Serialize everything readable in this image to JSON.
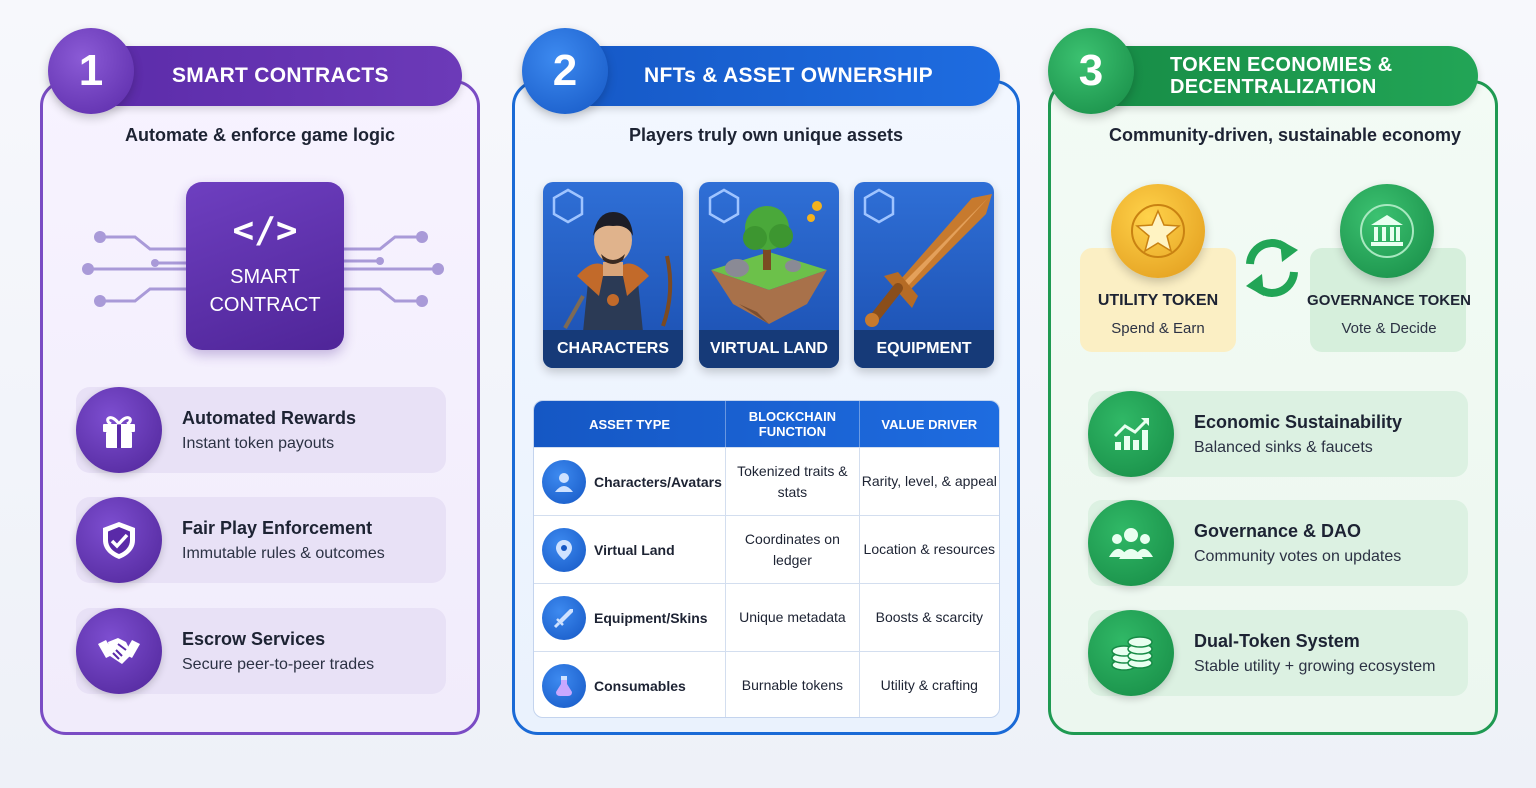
{
  "panels": [
    {
      "number": "1",
      "title": "SMART CONTRACTS",
      "subtitle": "Automate & enforce game logic",
      "chip": {
        "code": "</>",
        "line1": "SMART",
        "line2": "CONTRACT"
      },
      "cards": [
        {
          "title": "Automated Rewards",
          "desc": "Instant token payouts",
          "icon": "gift-icon"
        },
        {
          "title": "Fair Play Enforcement",
          "desc": "Immutable rules & outcomes",
          "icon": "shield-icon"
        },
        {
          "title": "Escrow Services",
          "desc": "Secure peer-to-peer trades",
          "icon": "handshake-icon"
        }
      ]
    },
    {
      "number": "2",
      "title": "NFTs & ASSET OWNERSHIP",
      "subtitle": "Players truly own unique assets",
      "assets": [
        "CHARACTERS",
        "VIRTUAL LAND",
        "EQUIPMENT"
      ],
      "table": {
        "headers": [
          "ASSET TYPE",
          "BLOCKCHAIN FUNCTION",
          "VALUE DRIVER"
        ],
        "rows": [
          {
            "type": "Characters/Avatars",
            "function": "Tokenized traits & stats",
            "driver": "Rarity, level, & appeal",
            "icon": "user-icon"
          },
          {
            "type": "Virtual Land",
            "function": "Coordinates on ledger",
            "driver": "Location & resources",
            "icon": "map-pin-icon"
          },
          {
            "type": "Equipment/Skins",
            "function": "Unique metadata",
            "driver": "Boosts & scarcity",
            "icon": "sword-icon"
          },
          {
            "type": "Consumables",
            "function": "Burnable tokens",
            "driver": "Utility & crafting",
            "icon": "potion-icon"
          }
        ]
      }
    },
    {
      "number": "3",
      "title_line1": "TOKEN ECONOMIES &",
      "title_line2": "DECENTRALIZATION",
      "subtitle": "Community-driven, sustainable economy",
      "tokens": [
        {
          "name": "UTILITY TOKEN",
          "desc": "Spend & Earn",
          "icon": "star-coin-icon"
        },
        {
          "name": "GOVERNANCE TOKEN",
          "desc": "Vote & Decide",
          "icon": "bank-coin-icon"
        }
      ],
      "cards": [
        {
          "title": "Economic Sustainability",
          "desc": "Balanced sinks & faucets",
          "icon": "growth-chart-icon"
        },
        {
          "title": "Governance & DAO",
          "desc": "Community votes on updates",
          "icon": "people-icon"
        },
        {
          "title": "Dual-Token System",
          "desc": "Stable utility + growing ecosystem",
          "icon": "coin-stack-icon"
        }
      ]
    }
  ],
  "colors": {
    "purple": "#5a2aa8",
    "blue": "#1557c4",
    "green": "#168a45",
    "gold": "#f2b21f"
  }
}
